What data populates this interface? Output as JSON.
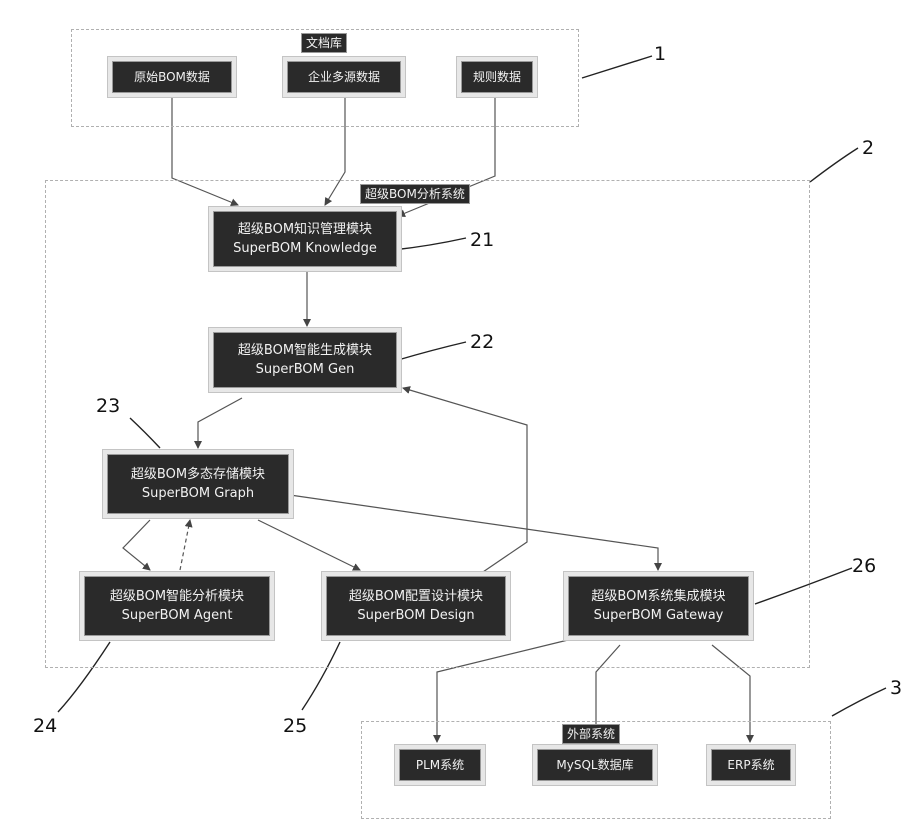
{
  "group1": {
    "ref": "1",
    "title": "文档库",
    "nodes": [
      "原始BOM数据",
      "企业多源数据",
      "规则数据"
    ]
  },
  "group2": {
    "ref": "2",
    "title": "超级BOM分析系统",
    "modules": [
      {
        "ref": "21",
        "cn": "超级BOM知识管理模块",
        "en": "SuperBOM Knowledge"
      },
      {
        "ref": "22",
        "cn": "超级BOM智能生成模块",
        "en": "SuperBOM Gen"
      },
      {
        "ref": "23",
        "cn": "超级BOM多态存储模块",
        "en": "SuperBOM Graph"
      },
      {
        "ref": "24",
        "cn": "超级BOM智能分析模块",
        "en": "SuperBOM Agent"
      },
      {
        "ref": "25",
        "cn": "超级BOM配置设计模块",
        "en": "SuperBOM Design"
      },
      {
        "ref": "26",
        "cn": "超级BOM系统集成模块",
        "en": "SuperBOM Gateway"
      }
    ]
  },
  "group3": {
    "ref": "3",
    "title": "外部系统",
    "nodes": [
      "PLM系统",
      "MySQL数据库",
      "ERP系统"
    ]
  }
}
